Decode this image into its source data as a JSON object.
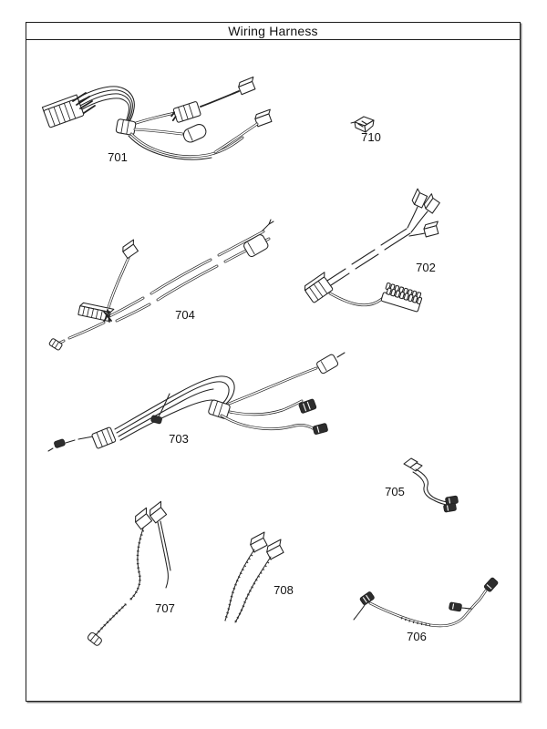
{
  "page": {
    "title": "Wiring Harness"
  },
  "parts": [
    {
      "number": "701"
    },
    {
      "number": "710"
    },
    {
      "number": "704"
    },
    {
      "number": "702"
    },
    {
      "number": "703"
    },
    {
      "number": "705"
    },
    {
      "number": "707"
    },
    {
      "number": "708"
    },
    {
      "number": "706"
    }
  ]
}
